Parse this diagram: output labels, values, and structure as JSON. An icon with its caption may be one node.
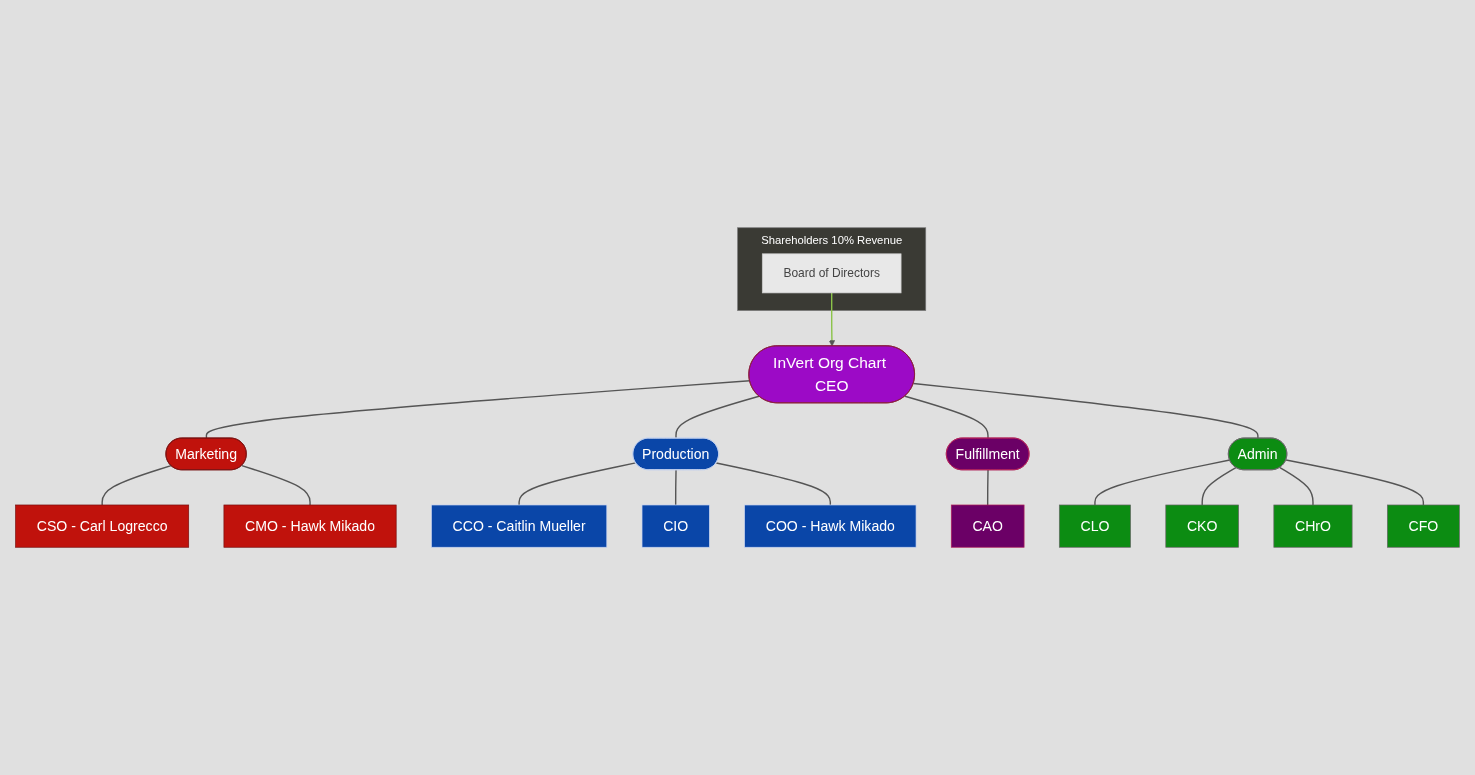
{
  "diagram": {
    "nodes": [
      {
        "text": [
          "InVert Org Chart CEO"
        ]
      },
      {
        "text": [
          "Shareholders 10% Revenue"
        ]
      },
      {
        "text": [
          "Board of Directors"
        ],
        "in": 1
      },
      {
        "text": [
          "Marketing"
        ]
      },
      {
        "text": [
          "Production"
        ]
      },
      {
        "text": [
          "Fulfillment"
        ]
      },
      {
        "text": [
          "Admin"
        ]
      },
      {
        "text": [
          "CSO - Carl Logrecco"
        ]
      },
      {
        "text": [
          "CMO - Hawk Mikado"
        ]
      },
      {
        "text": [
          "CCO - Caitlin Mueller"
        ]
      },
      {
        "text": [
          "CIO"
        ]
      },
      {
        "text": [
          "COO - Hawk Mikado"
        ]
      },
      {
        "text": [
          "CAO"
        ]
      },
      {
        "text": [
          "CLO"
        ]
      },
      {
        "text": [
          "CKO"
        ]
      },
      {
        "text": [
          "CHrO"
        ]
      },
      {
        "text": [
          "CFO"
        ]
      }
    ],
    "edges": [
      {
        "from": 0,
        "to": 3,
        "arrow": "none"
      },
      {
        "from": 0,
        "to": 4,
        "arrow": "none"
      },
      {
        "from": 0,
        "to": 5,
        "arrow": "none"
      },
      {
        "from": 0,
        "to": 6,
        "arrow": "none"
      },
      {
        "from": 3,
        "to": 7,
        "arrow": "none"
      },
      {
        "from": 3,
        "to": 8,
        "arrow": "none"
      },
      {
        "from": 4,
        "to": 9,
        "arrow": "none"
      },
      {
        "from": 4,
        "to": 10,
        "arrow": "none"
      },
      {
        "from": 4,
        "to": 11,
        "arrow": "none"
      },
      {
        "from": 5,
        "to": 12,
        "arrow": "none"
      },
      {
        "from": 6,
        "to": 13,
        "arrow": "none"
      },
      {
        "from": 6,
        "to": 14,
        "arrow": "none"
      },
      {
        "from": 6,
        "to": 15,
        "arrow": "none"
      },
      {
        "from": 6,
        "to": 16,
        "arrow": "none"
      },
      {
        "from": 2,
        "to": 0,
        "arrow": "to",
        "color": "#8bc34a"
      }
    ]
  }
}
